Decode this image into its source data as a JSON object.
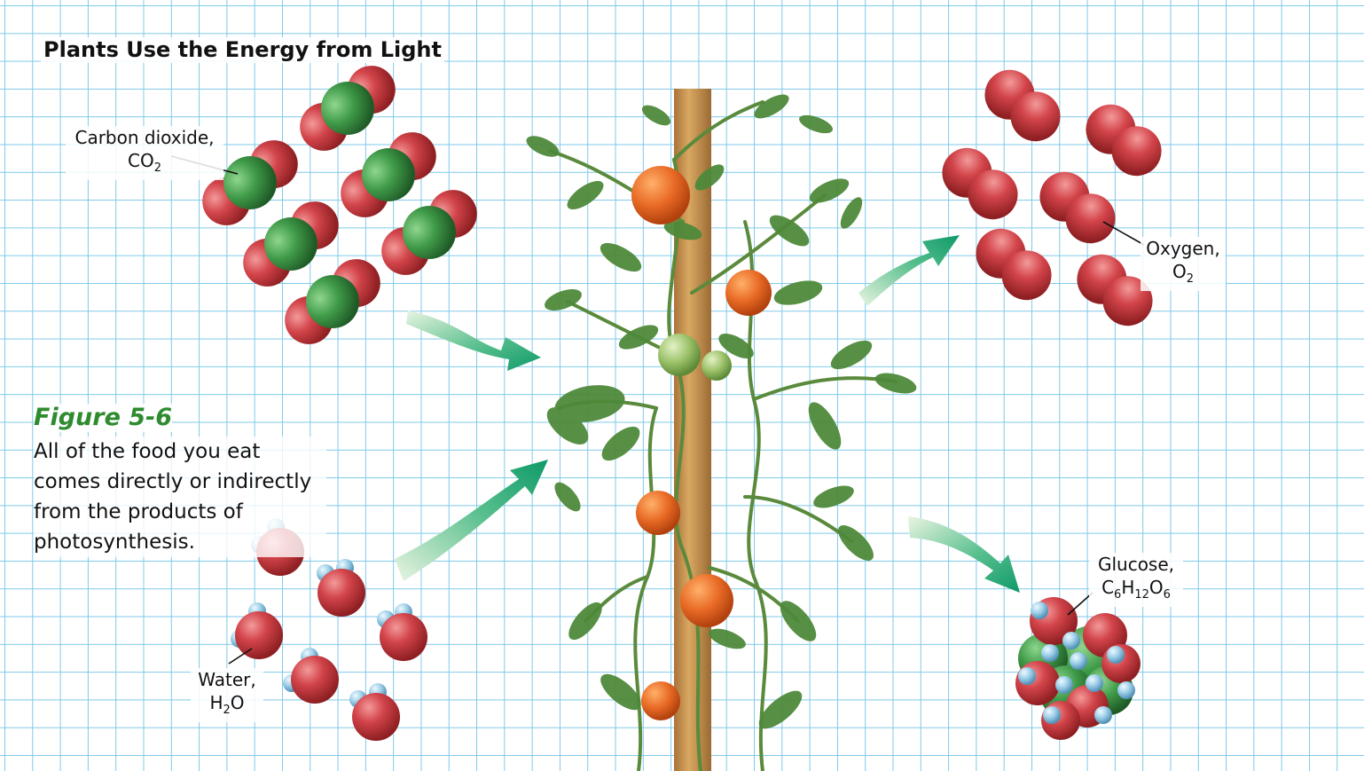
{
  "title": "Plants Use the Energy from Light",
  "figure": {
    "label": "Figure 5-6",
    "caption": "All of the food you eat comes directly or indirectly from the products of photosynthesis."
  },
  "molecules": {
    "carbon_dioxide": {
      "name": "Carbon dioxide,",
      "formula_main": "CO",
      "formula_sub": "2"
    },
    "oxygen": {
      "name": "Oxygen,",
      "formula_main": "O",
      "formula_sub": "2"
    },
    "water": {
      "name": "Water,",
      "formula_pre": "H",
      "formula_sub": "2",
      "formula_post": "O"
    },
    "glucose": {
      "name": "Glucose,",
      "c": "C",
      "c_n": "6",
      "h": "H",
      "h_n": "12",
      "o": "O",
      "o_n": "6"
    }
  },
  "colors": {
    "grid": "#7fc9e8",
    "oxygen_atom": "#c8373a",
    "carbon_atom": "#3f9a48",
    "hydrogen_atom": "#9ecfe8",
    "arrow": "#0e9a68",
    "figure_label": "#2e8b2e",
    "stake": "#c08a45",
    "stem": "#5a8a3c",
    "leaf": "#4f8a3a",
    "ripe_tomato": "#e86a25",
    "green_tomato": "#9cc26a"
  },
  "icons": [
    "co2-molecule-icon",
    "o2-molecule-icon",
    "h2o-molecule-icon",
    "glucose-molecule-icon",
    "flow-arrow-icon",
    "tomato-plant-icon"
  ]
}
